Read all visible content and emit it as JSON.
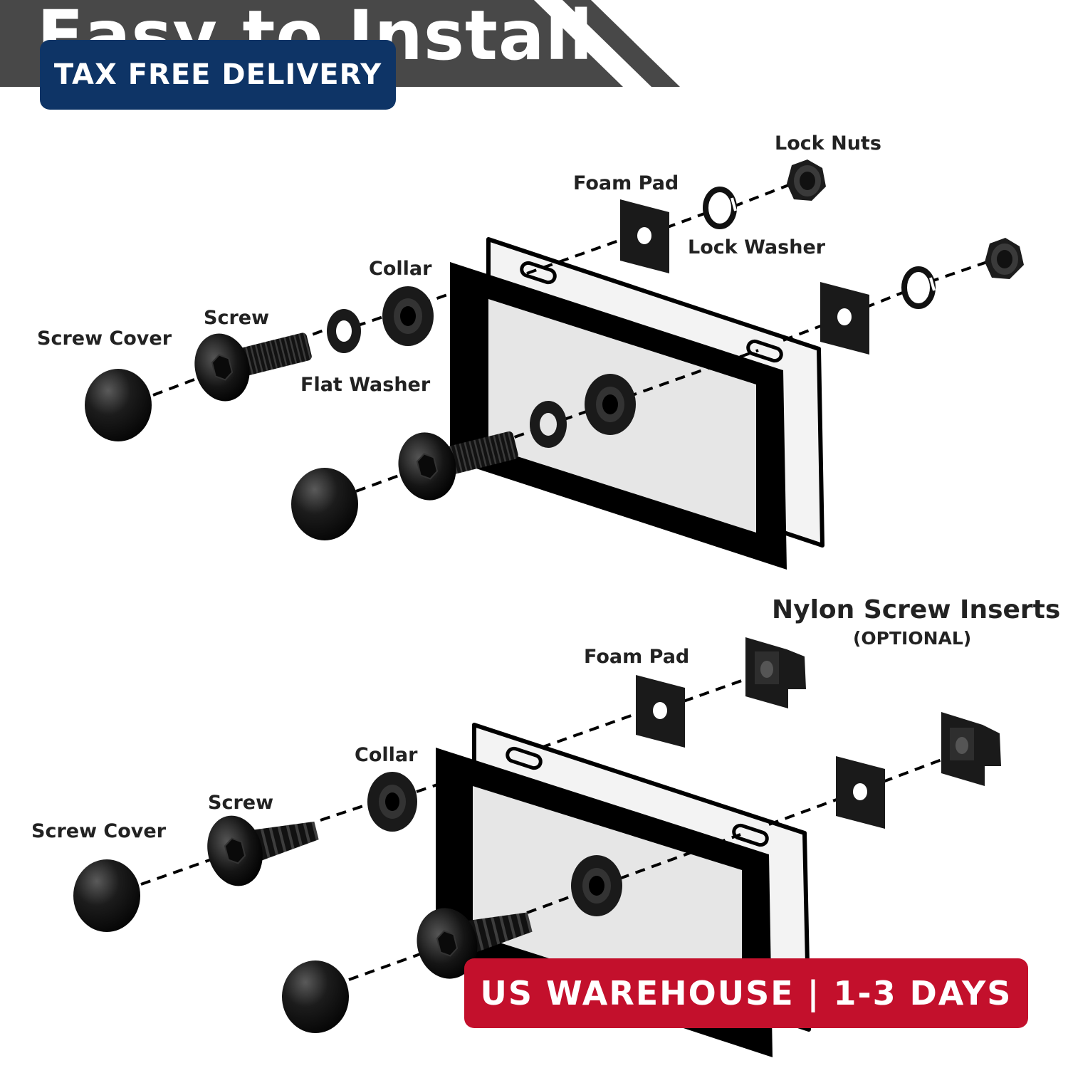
{
  "header": {
    "title": "Easy to Install"
  },
  "badges": {
    "tax": "TAX FREE DELIVERY",
    "warehouse": "US WAREHOUSE | 1-3 DAYS"
  },
  "diagram_top": {
    "screw_cover": "Screw Cover",
    "screw": "Screw",
    "collar": "Collar",
    "flat_washer": "Flat Washer",
    "foam_pad": "Foam Pad",
    "lock_washer": "Lock Washer",
    "lock_nuts": "Lock Nuts"
  },
  "diagram_bottom": {
    "screw_cover": "Screw Cover",
    "screw": "Screw",
    "collar": "Collar",
    "foam_pad": "Foam Pad",
    "nylon_inserts": "Nylon Screw Inserts",
    "optional": "(OPTIONAL)"
  },
  "colors": {
    "header_bg": "#484848",
    "tax_badge": "#0e3466",
    "warehouse_badge": "#c3102c",
    "parts": "#111111"
  }
}
